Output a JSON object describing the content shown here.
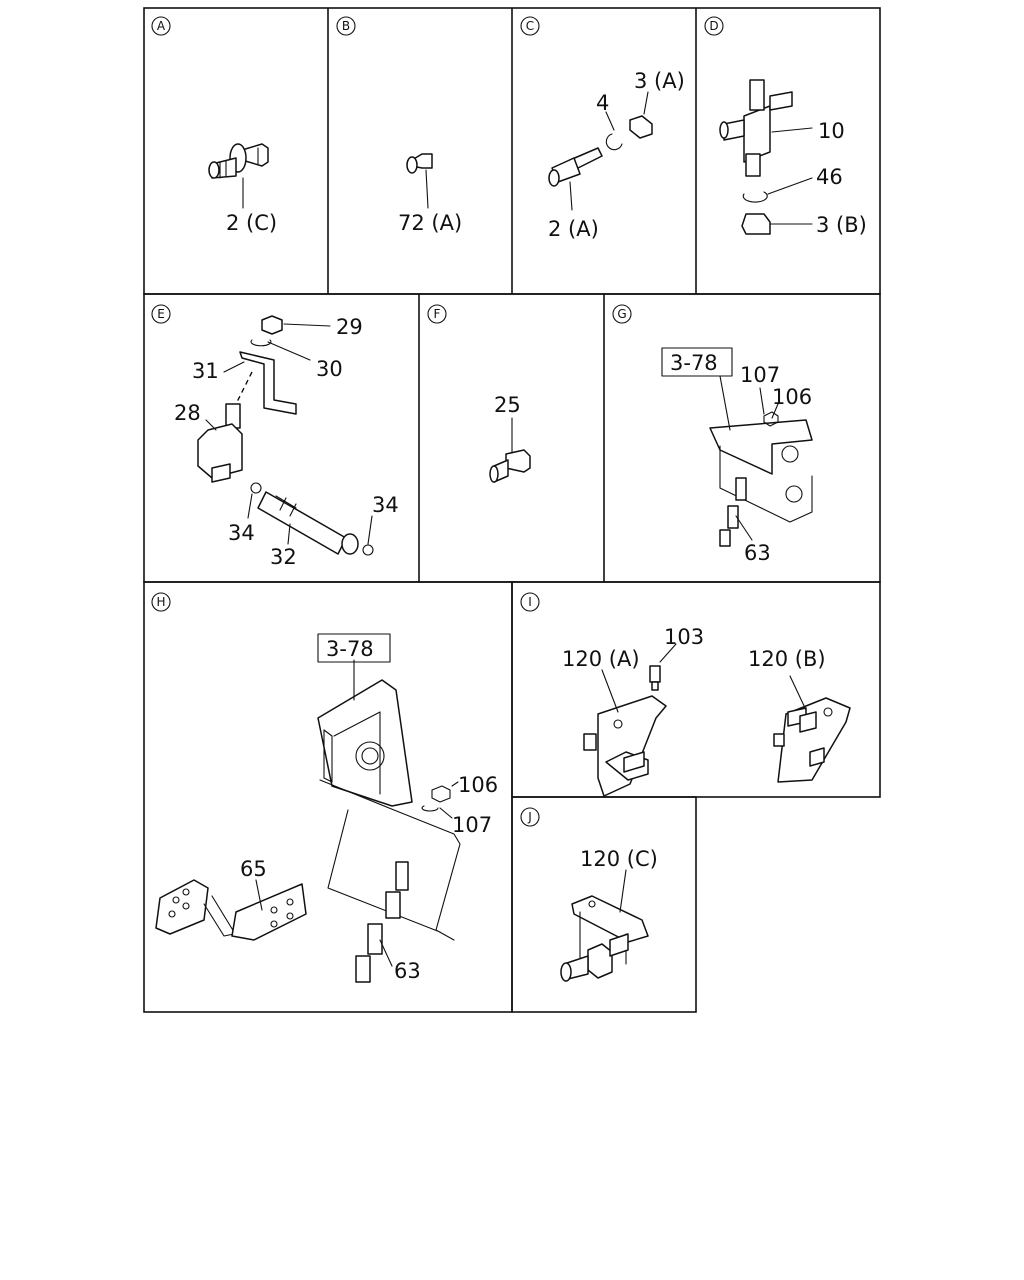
{
  "panels": [
    {
      "letter": "A",
      "labels": [
        "2 (C)"
      ]
    },
    {
      "letter": "B",
      "labels": [
        "72 (A)"
      ]
    },
    {
      "letter": "C",
      "labels": [
        "4",
        "3 (A)",
        "2 (A)"
      ]
    },
    {
      "letter": "D",
      "labels": [
        "10",
        "46",
        "3 (B)"
      ]
    },
    {
      "letter": "E",
      "labels": [
        "29",
        "30",
        "31",
        "28",
        "34",
        "32",
        "34"
      ]
    },
    {
      "letter": "F",
      "labels": [
        "25"
      ]
    },
    {
      "letter": "G",
      "ref": "3-78",
      "labels": [
        "107",
        "106",
        "63"
      ]
    },
    {
      "letter": "H",
      "ref": "3-78",
      "labels": [
        "106",
        "107",
        "65",
        "63"
      ]
    },
    {
      "letter": "I",
      "labels": [
        "103",
        "120 (A)",
        "120 (B)"
      ]
    },
    {
      "letter": "J",
      "labels": [
        "120 (C)"
      ]
    }
  ]
}
